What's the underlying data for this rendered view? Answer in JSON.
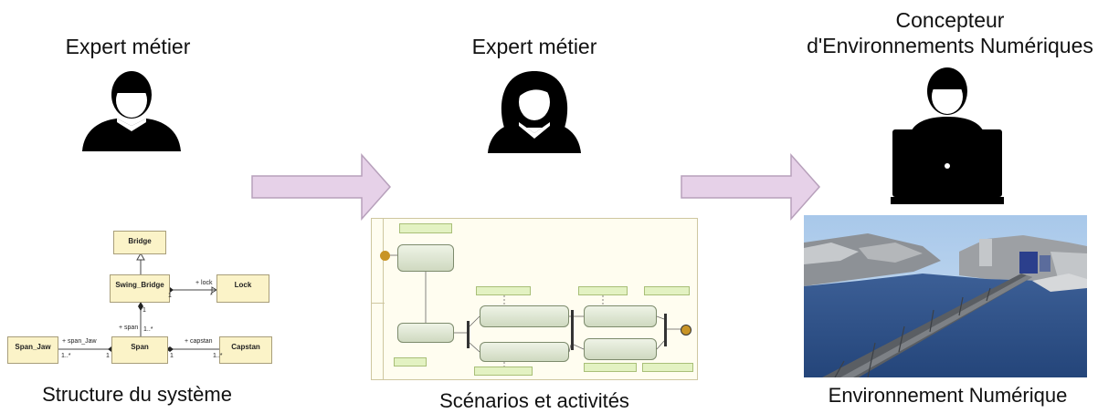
{
  "roles": {
    "left": "Expert métier",
    "middle": "Expert métier",
    "right_line1": "Concepteur",
    "right_line2": "d'Environnements Numériques"
  },
  "captions": {
    "left": "Structure du système",
    "middle": "Scénarios et activités",
    "right": "Environnement Numérique"
  },
  "uml": {
    "classes": [
      "Bridge",
      "Swing_Bridge",
      "Lock",
      "Span",
      "Span_Jaw",
      "Capstan"
    ],
    "labels": {
      "lock_role": "+ lock",
      "lock_mult_a": "1",
      "lock_mult_b": "*",
      "span_role": "+ span",
      "span_mult_a": "1",
      "span_mult_b": "1..*",
      "spanjaw_role": "+ span_Jaw",
      "spanjaw_mult_a": "1",
      "spanjaw_mult_b": "1..*",
      "capstan_role": "+ capstan",
      "capstan_mult_a": "1",
      "capstan_mult_b": "1..*"
    }
  },
  "colors": {
    "arrow_fill": "#e6d1e8",
    "arrow_stroke": "#b7a0bb",
    "uml_fill": "#fbf3c8",
    "note_fill": "#e3f2c2",
    "water": "#2f4f86",
    "sky": "#b8d4ee"
  },
  "icons": [
    "person-male-icon",
    "person-female-icon",
    "person-laptop-icon",
    "arrow-right-icon"
  ]
}
